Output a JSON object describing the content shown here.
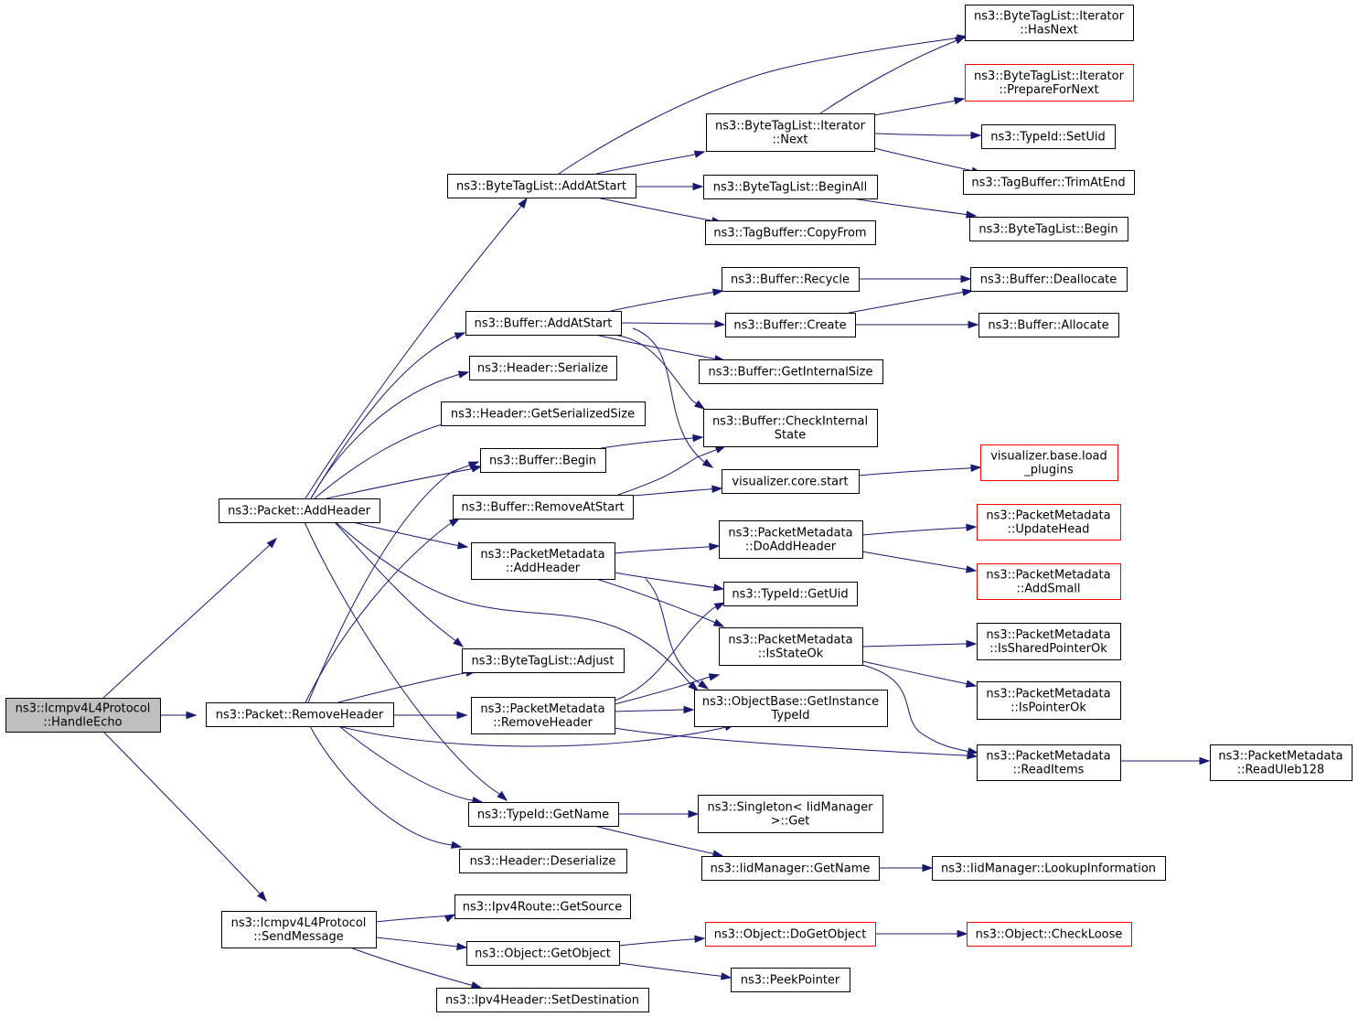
{
  "colors": {
    "edge": "#191970",
    "root_fill": "#bfbfbf",
    "truncated_border": "#ff0000",
    "node_border": "#000000"
  },
  "nodes": [
    {
      "id": "handle-echo",
      "lines": [
        "ns3::Icmpv4L4Protocol",
        "::HandleEcho"
      ],
      "root": true
    },
    {
      "id": "packet-addheader",
      "lines": [
        "ns3::Packet::AddHeader"
      ]
    },
    {
      "id": "packet-removeheader",
      "lines": [
        "ns3::Packet::RemoveHeader"
      ]
    },
    {
      "id": "sendmessage",
      "lines": [
        "ns3::Icmpv4L4Protocol",
        "::SendMessage"
      ]
    },
    {
      "id": "bytetaglist-addatstart",
      "lines": [
        "ns3::ByteTagList::AddAtStart"
      ]
    },
    {
      "id": "buffer-addatstart",
      "lines": [
        "ns3::Buffer::AddAtStart"
      ]
    },
    {
      "id": "header-serialize",
      "lines": [
        "ns3::Header::Serialize"
      ]
    },
    {
      "id": "header-getserializedsize",
      "lines": [
        "ns3::Header::GetSerializedSize"
      ]
    },
    {
      "id": "buffer-begin",
      "lines": [
        "ns3::Buffer::Begin"
      ]
    },
    {
      "id": "buffer-removeatstart",
      "lines": [
        "ns3::Buffer::RemoveAtStart"
      ]
    },
    {
      "id": "pm-addheader",
      "lines": [
        "ns3::PacketMetadata",
        "::AddHeader"
      ]
    },
    {
      "id": "bytetaglist-adjust",
      "lines": [
        "ns3::ByteTagList::Adjust"
      ]
    },
    {
      "id": "pm-removeheader",
      "lines": [
        "ns3::PacketMetadata",
        "::RemoveHeader"
      ]
    },
    {
      "id": "typeid-getname",
      "lines": [
        "ns3::TypeId::GetName"
      ]
    },
    {
      "id": "header-deserialize",
      "lines": [
        "ns3::Header::Deserialize"
      ]
    },
    {
      "id": "ipv4route-getsource",
      "lines": [
        "ns3::Ipv4Route::GetSource"
      ]
    },
    {
      "id": "object-getobject",
      "lines": [
        "ns3::Object::GetObject"
      ]
    },
    {
      "id": "ipv4header-setdestination",
      "lines": [
        "ns3::Ipv4Header::SetDestination"
      ]
    },
    {
      "id": "iterator-next",
      "lines": [
        "ns3::ByteTagList::Iterator",
        "::Next"
      ]
    },
    {
      "id": "bytetaglist-beginall",
      "lines": [
        "ns3::ByteTagList::BeginAll"
      ]
    },
    {
      "id": "tagbuffer-copyfrom",
      "lines": [
        "ns3::TagBuffer::CopyFrom"
      ]
    },
    {
      "id": "buffer-recycle",
      "lines": [
        "ns3::Buffer::Recycle"
      ]
    },
    {
      "id": "buffer-create",
      "lines": [
        "ns3::Buffer::Create"
      ]
    },
    {
      "id": "buffer-getinternalsize",
      "lines": [
        "ns3::Buffer::GetInternalSize"
      ]
    },
    {
      "id": "buffer-checkinternalstate",
      "lines": [
        "ns3::Buffer::CheckInternal",
        "State"
      ]
    },
    {
      "id": "visualizer-core-start",
      "lines": [
        "visualizer.core.start"
      ]
    },
    {
      "id": "pm-doaddheader",
      "lines": [
        "ns3::PacketMetadata",
        "::DoAddHeader"
      ]
    },
    {
      "id": "typeid-getuid",
      "lines": [
        "ns3::TypeId::GetUid"
      ]
    },
    {
      "id": "pm-isstateok",
      "lines": [
        "ns3::PacketMetadata",
        "::IsStateOk"
      ]
    },
    {
      "id": "objectbase-getinstancetypeid",
      "lines": [
        "ns3::ObjectBase::GetInstance",
        "TypeId"
      ]
    },
    {
      "id": "singleton-get",
      "lines": [
        "ns3::Singleton< IidManager",
        " >::Get"
      ]
    },
    {
      "id": "iidmanager-getname",
      "lines": [
        "ns3::IidManager::GetName"
      ]
    },
    {
      "id": "object-dogetobject",
      "lines": [
        "ns3::Object::DoGetObject"
      ],
      "truncated": true
    },
    {
      "id": "peekpointer",
      "lines": [
        "ns3::PeekPointer"
      ]
    },
    {
      "id": "iterator-hasnext",
      "lines": [
        "ns3::ByteTagList::Iterator",
        "::HasNext"
      ]
    },
    {
      "id": "iterator-preparefornext",
      "lines": [
        "ns3::ByteTagList::Iterator",
        "::PrepareForNext"
      ],
      "truncated": true
    },
    {
      "id": "typeid-setuid",
      "lines": [
        "ns3::TypeId::SetUid"
      ]
    },
    {
      "id": "tagbuffer-trimatend",
      "lines": [
        "ns3::TagBuffer::TrimAtEnd"
      ]
    },
    {
      "id": "bytetaglist-begin",
      "lines": [
        "ns3::ByteTagList::Begin"
      ]
    },
    {
      "id": "buffer-deallocate",
      "lines": [
        "ns3::Buffer::Deallocate"
      ]
    },
    {
      "id": "buffer-allocate",
      "lines": [
        "ns3::Buffer::Allocate"
      ]
    },
    {
      "id": "visualizer-base-loadplugins",
      "lines": [
        "visualizer.base.load",
        "_plugins"
      ],
      "truncated": true
    },
    {
      "id": "pm-updatehead",
      "lines": [
        "ns3::PacketMetadata",
        "::UpdateHead"
      ],
      "truncated": true
    },
    {
      "id": "pm-addsmall",
      "lines": [
        "ns3::PacketMetadata",
        "::AddSmall"
      ],
      "truncated": true
    },
    {
      "id": "pm-issharedpointerok",
      "lines": [
        "ns3::PacketMetadata",
        "::IsSharedPointerOk"
      ]
    },
    {
      "id": "pm-ispointerok",
      "lines": [
        "ns3::PacketMetadata",
        "::IsPointerOk"
      ]
    },
    {
      "id": "pm-readitems",
      "lines": [
        "ns3::PacketMetadata",
        "::ReadItems"
      ]
    },
    {
      "id": "iidmanager-lookupinformation",
      "lines": [
        "ns3::IidManager::LookupInformation"
      ]
    },
    {
      "id": "object-checkloose",
      "lines": [
        "ns3::Object::CheckLoose"
      ],
      "truncated": true
    },
    {
      "id": "pm-readuleb128",
      "lines": [
        "ns3::PacketMetadata",
        "::ReadUleb128"
      ]
    }
  ],
  "edges": [
    {
      "from": "handle-echo",
      "to": "packet-addheader"
    },
    {
      "from": "handle-echo",
      "to": "packet-removeheader"
    },
    {
      "from": "handle-echo",
      "to": "sendmessage"
    },
    {
      "from": "packet-addheader",
      "to": "bytetaglist-addatstart"
    },
    {
      "from": "packet-addheader",
      "to": "buffer-addatstart"
    },
    {
      "from": "packet-addheader",
      "to": "header-serialize"
    },
    {
      "from": "packet-addheader",
      "to": "header-getserializedsize"
    },
    {
      "from": "packet-addheader",
      "to": "buffer-begin"
    },
    {
      "from": "packet-addheader",
      "to": "pm-addheader"
    },
    {
      "from": "packet-addheader",
      "to": "bytetaglist-adjust"
    },
    {
      "from": "packet-addheader",
      "to": "objectbase-getinstancetypeid"
    },
    {
      "from": "packet-addheader",
      "to": "typeid-getname"
    },
    {
      "from": "packet-removeheader",
      "to": "buffer-begin"
    },
    {
      "from": "packet-removeheader",
      "to": "buffer-removeatstart"
    },
    {
      "from": "packet-removeheader",
      "to": "bytetaglist-adjust"
    },
    {
      "from": "packet-removeheader",
      "to": "pm-removeheader"
    },
    {
      "from": "packet-removeheader",
      "to": "objectbase-getinstancetypeid"
    },
    {
      "from": "packet-removeheader",
      "to": "typeid-getname"
    },
    {
      "from": "packet-removeheader",
      "to": "header-deserialize"
    },
    {
      "from": "sendmessage",
      "to": "ipv4route-getsource"
    },
    {
      "from": "sendmessage",
      "to": "object-getobject"
    },
    {
      "from": "sendmessage",
      "to": "ipv4header-setdestination"
    },
    {
      "from": "bytetaglist-addatstart",
      "to": "iterator-hasnext"
    },
    {
      "from": "bytetaglist-addatstart",
      "to": "iterator-next"
    },
    {
      "from": "bytetaglist-addatstart",
      "to": "bytetaglist-beginall"
    },
    {
      "from": "bytetaglist-addatstart",
      "to": "tagbuffer-copyfrom"
    },
    {
      "from": "iterator-next",
      "to": "iterator-hasnext"
    },
    {
      "from": "iterator-next",
      "to": "iterator-preparefornext"
    },
    {
      "from": "iterator-next",
      "to": "typeid-setuid"
    },
    {
      "from": "iterator-next",
      "to": "tagbuffer-trimatend"
    },
    {
      "from": "bytetaglist-beginall",
      "to": "bytetaglist-begin"
    },
    {
      "from": "buffer-addatstart",
      "to": "buffer-recycle"
    },
    {
      "from": "buffer-addatstart",
      "to": "buffer-create"
    },
    {
      "from": "buffer-addatstart",
      "to": "buffer-getinternalsize"
    },
    {
      "from": "buffer-addatstart",
      "to": "buffer-checkinternalstate"
    },
    {
      "from": "buffer-addatstart",
      "to": "visualizer-core-start"
    },
    {
      "from": "buffer-recycle",
      "to": "buffer-deallocate"
    },
    {
      "from": "buffer-create",
      "to": "buffer-deallocate"
    },
    {
      "from": "buffer-create",
      "to": "buffer-allocate"
    },
    {
      "from": "buffer-begin",
      "to": "buffer-checkinternalstate"
    },
    {
      "from": "buffer-removeatstart",
      "to": "buffer-checkinternalstate"
    },
    {
      "from": "buffer-removeatstart",
      "to": "visualizer-core-start"
    },
    {
      "from": "visualizer-core-start",
      "to": "visualizer-base-loadplugins"
    },
    {
      "from": "pm-addheader",
      "to": "pm-doaddheader"
    },
    {
      "from": "pm-addheader",
      "to": "typeid-getuid"
    },
    {
      "from": "pm-addheader",
      "to": "pm-isstateok"
    },
    {
      "from": "pm-addheader",
      "to": "objectbase-getinstancetypeid"
    },
    {
      "from": "pm-doaddheader",
      "to": "pm-updatehead"
    },
    {
      "from": "pm-doaddheader",
      "to": "pm-addsmall"
    },
    {
      "from": "pm-removeheader",
      "to": "typeid-getuid"
    },
    {
      "from": "pm-removeheader",
      "to": "pm-isstateok"
    },
    {
      "from": "pm-removeheader",
      "to": "objectbase-getinstancetypeid"
    },
    {
      "from": "pm-removeheader",
      "to": "pm-readitems"
    },
    {
      "from": "pm-isstateok",
      "to": "pm-issharedpointerok"
    },
    {
      "from": "pm-isstateok",
      "to": "pm-ispointerok"
    },
    {
      "from": "pm-isstateok",
      "to": "pm-readitems"
    },
    {
      "from": "pm-readitems",
      "to": "pm-readuleb128"
    },
    {
      "from": "typeid-getname",
      "to": "singleton-get"
    },
    {
      "from": "typeid-getname",
      "to": "iidmanager-getname"
    },
    {
      "from": "iidmanager-getname",
      "to": "iidmanager-lookupinformation"
    },
    {
      "from": "object-getobject",
      "to": "object-dogetobject"
    },
    {
      "from": "object-getobject",
      "to": "peekpointer"
    },
    {
      "from": "object-dogetobject",
      "to": "object-checkloose"
    }
  ]
}
